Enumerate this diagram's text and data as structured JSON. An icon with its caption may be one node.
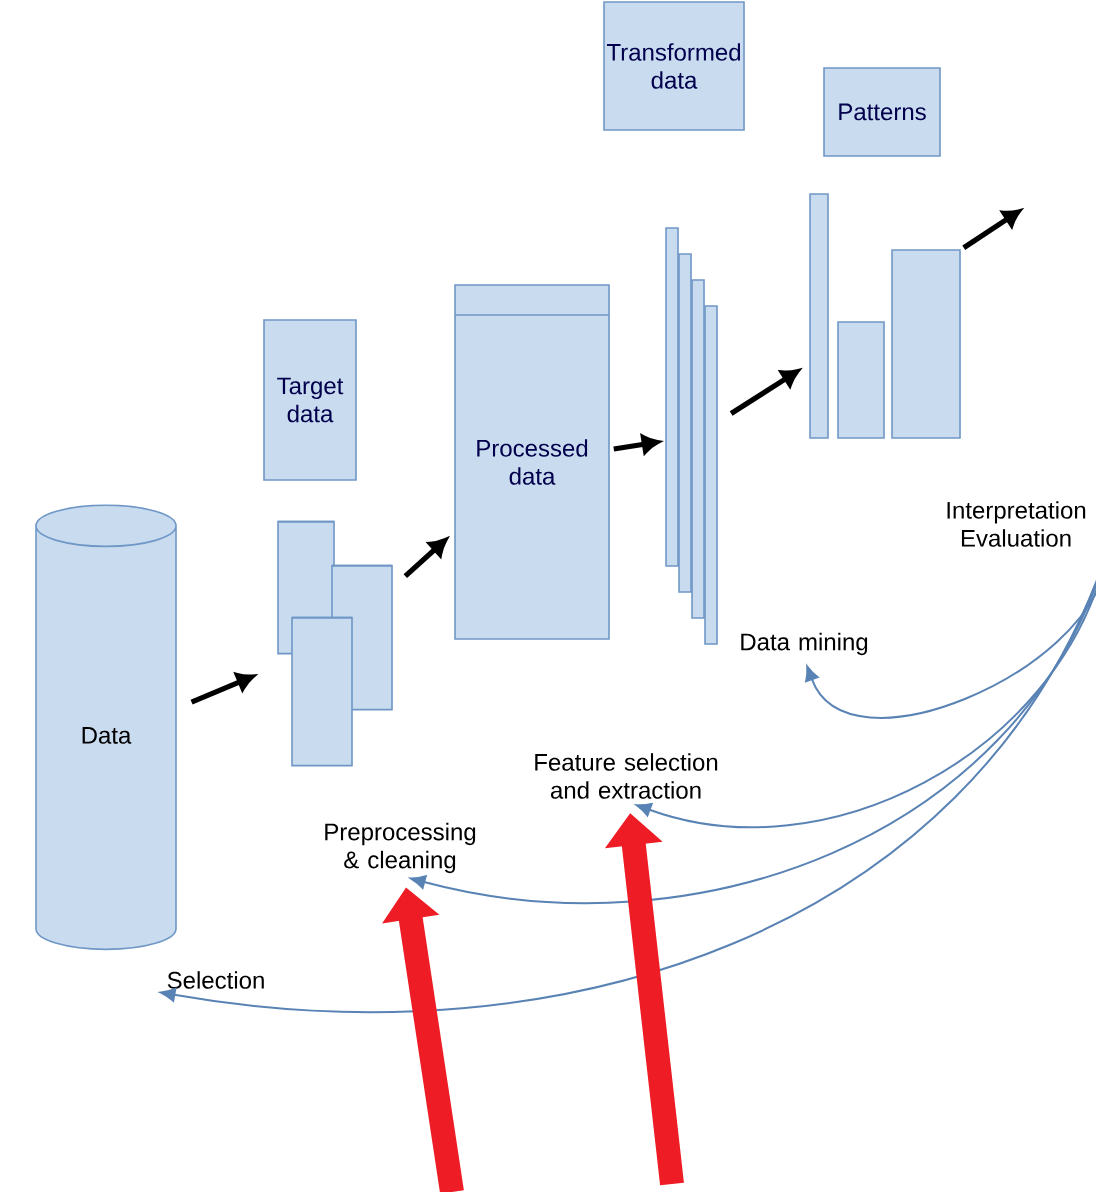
{
  "diagram": {
    "nodes": [
      {
        "text": [
          "Data"
        ]
      },
      {
        "text": [
          "Target data"
        ]
      },
      {
        "text": [],
        "shape": "cylinder"
      },
      {
        "text": [
          "Processed data"
        ]
      },
      {
        "text": [
          "Transformed data"
        ]
      },
      {
        "text": [],
        "shape": "box"
      },
      {
        "text": [
          "Patterns"
        ]
      },
      {
        "text": [],
        "shape": "bar"
      },
      {
        "text": [
          "Interpretation Evaluation"
        ]
      },
      {
        "text": [
          "Data mining"
        ]
      },
      {
        "text": [
          "Feature selection and extraction"
        ]
      },
      {
        "text": [
          "Preprocessing & cleaning"
        ]
      },
      {
        "text": [
          "Selection"
        ]
      }
    ],
    "edges": [
      {
        "from": 0,
        "to": 2,
        "arrow": "to"
      },
      {
        "from": 2,
        "to": 3,
        "arrow": "to"
      },
      {
        "from": 3,
        "to": 5,
        "arrow": "to"
      },
      {
        "from": 5,
        "to": 7,
        "arrow": "to"
      },
      {
        "from": 7,
        "to": null,
        "arrow": "to"
      },
      {
        "from": 8,
        "to": 9,
        "arrow": "to",
        "color": "#5a83b5"
      },
      {
        "from": 8,
        "to": 10,
        "arrow": "to",
        "color": "#5a83b5"
      },
      {
        "from": 8,
        "to": 11,
        "arrow": "to",
        "color": "#5a83b5"
      },
      {
        "from": 8,
        "to": 12,
        "arrow": "to",
        "color": "#5a83b5"
      },
      {
        "from": null,
        "to": 11,
        "arrow": "to",
        "style": "thick",
        "color": "#ee1c24"
      },
      {
        "from": null,
        "to": 10,
        "arrow": "to",
        "style": "thick",
        "color": "#ee1c24"
      }
    ]
  }
}
